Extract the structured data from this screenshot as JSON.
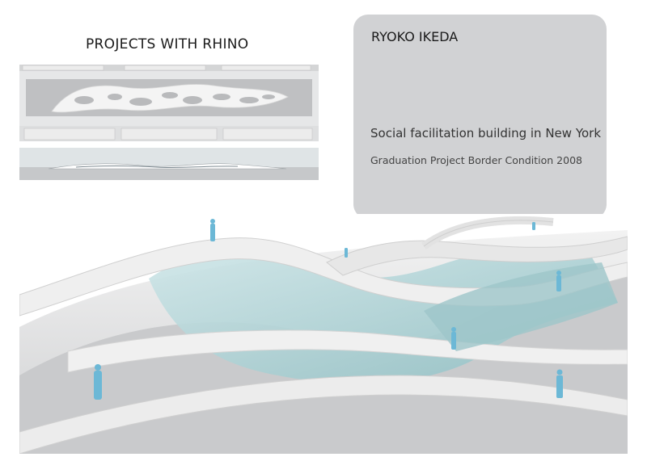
{
  "header": {
    "title": "PROJECTS WITH RHINO"
  },
  "card": {
    "author": "RYOKO IKEDA",
    "subtitle": "Social facilitation building in New York",
    "caption": "Graduation Project Border Condition 2008"
  },
  "colors": {
    "card_bg": "#d1d2d4",
    "glass": "#9fc9cc",
    "figure": "#6cb8d6"
  }
}
